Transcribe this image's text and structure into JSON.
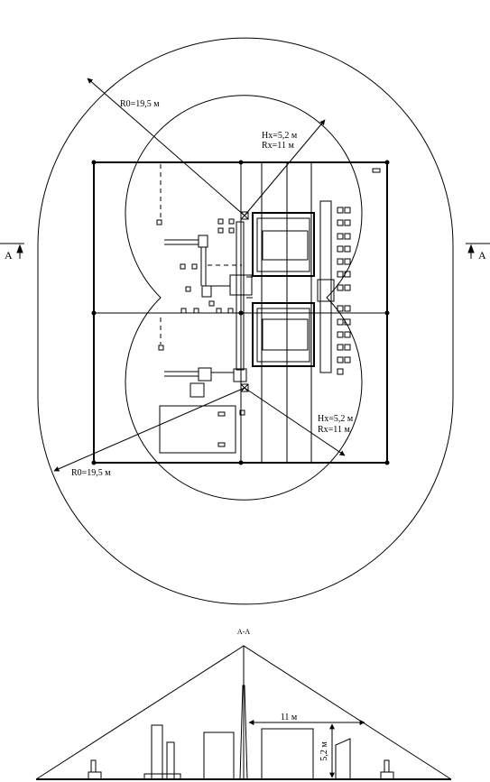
{
  "plan": {
    "annotations": {
      "r0_top": "R0=19,5  м",
      "r0_bottom": "R0=19,5 м",
      "hx_top": "Hx=5,2 м",
      "rx_top": "Rx=11  м",
      "hx_bottom": "Hx=5,2 м",
      "rx_bottom": "Rx=11  м"
    },
    "section_marks": {
      "left": "A",
      "right": "A"
    }
  },
  "section": {
    "title": "A-A",
    "width_dim": "11 м",
    "height_dim": "5,2 м"
  }
}
